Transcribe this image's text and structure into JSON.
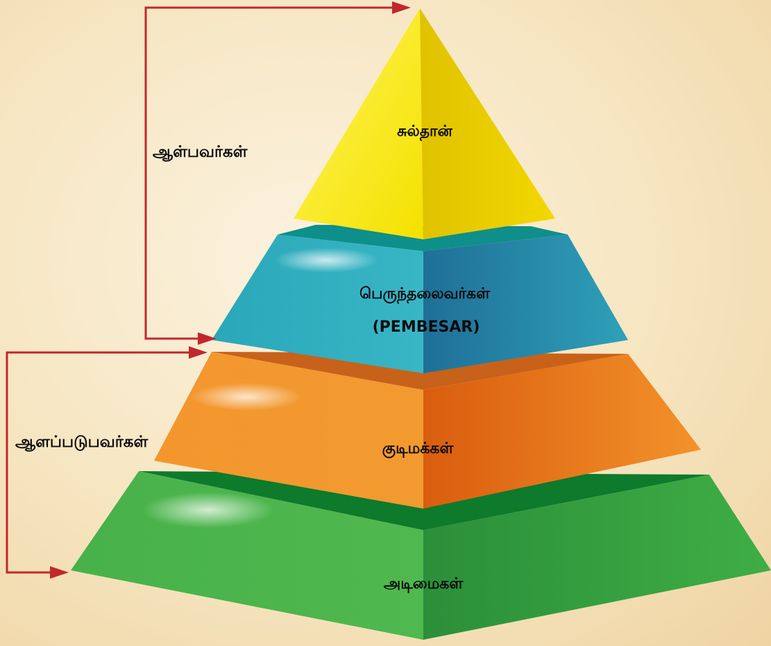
{
  "levels": {
    "sultan": "சுல்தான்",
    "pembesar": "பெருந்தலைவர்கள்",
    "pembesar_malay": "(PEMBESAR)",
    "citizens": "குடிமக்கள்",
    "slaves": "அடிமைகள்"
  },
  "groups": {
    "rulers": "ஆள்பவர்கள்",
    "ruled": "ஆளப்படுபவர்கள்"
  },
  "colors": {
    "tier_yellow": "#f7e300",
    "tier_teal": "#2aa3b5",
    "tier_orange": "#ee8a22",
    "tier_green": "#3aa843",
    "arrow": "#c1272d"
  }
}
